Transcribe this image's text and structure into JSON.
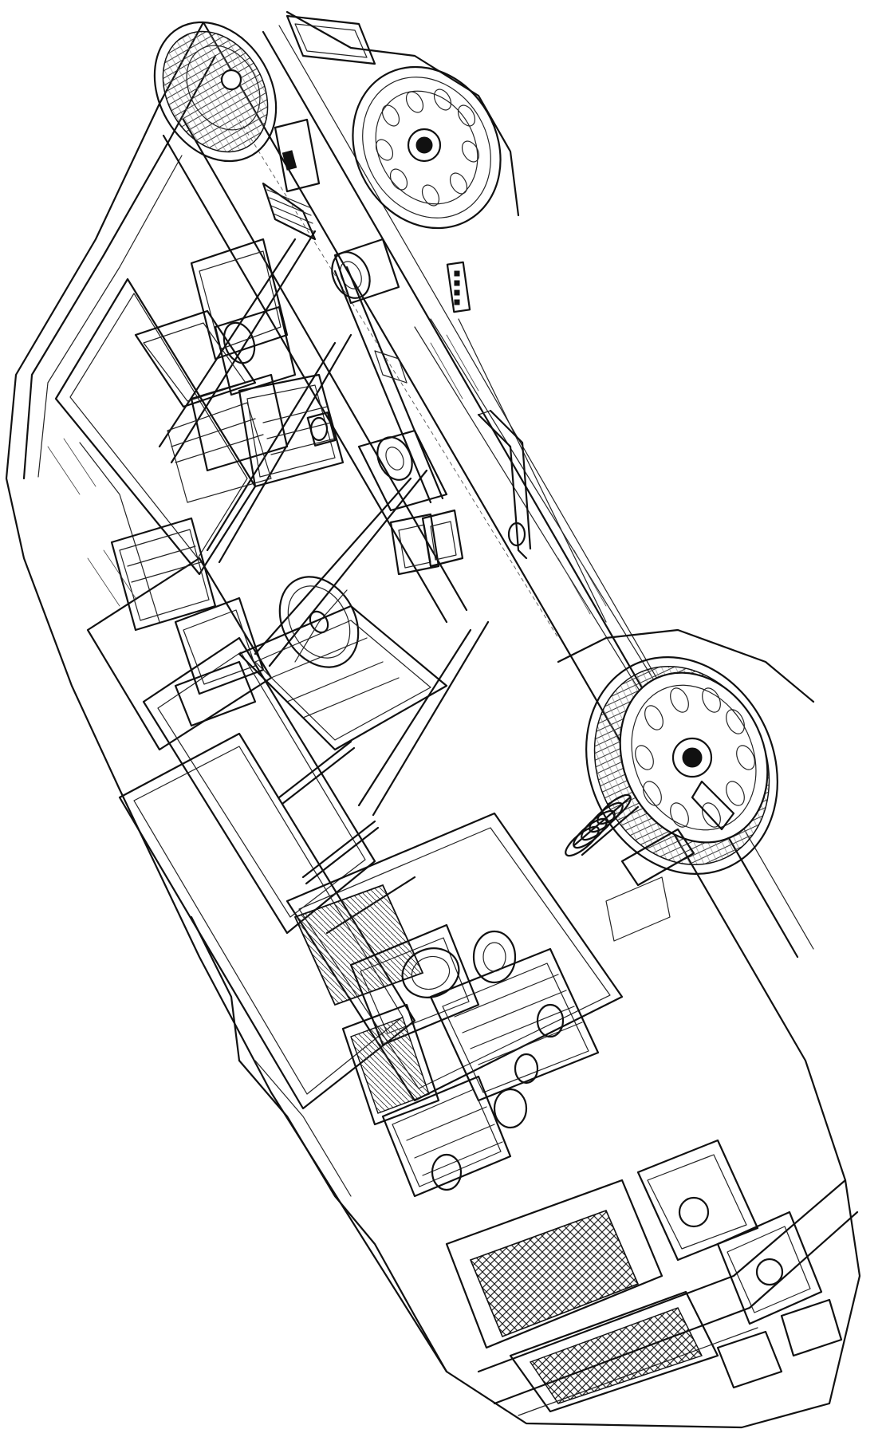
{
  "illustration": {
    "subject": "car-cutaway",
    "rear_badge_text": "",
    "plate_text": ""
  },
  "colors": {
    "ink": "#111111",
    "paper": "#ffffff"
  },
  "icons": {
    "wheel": "alloy-wheel",
    "engine": "engine-block",
    "seat": "seat",
    "steering": "steering-wheel"
  }
}
